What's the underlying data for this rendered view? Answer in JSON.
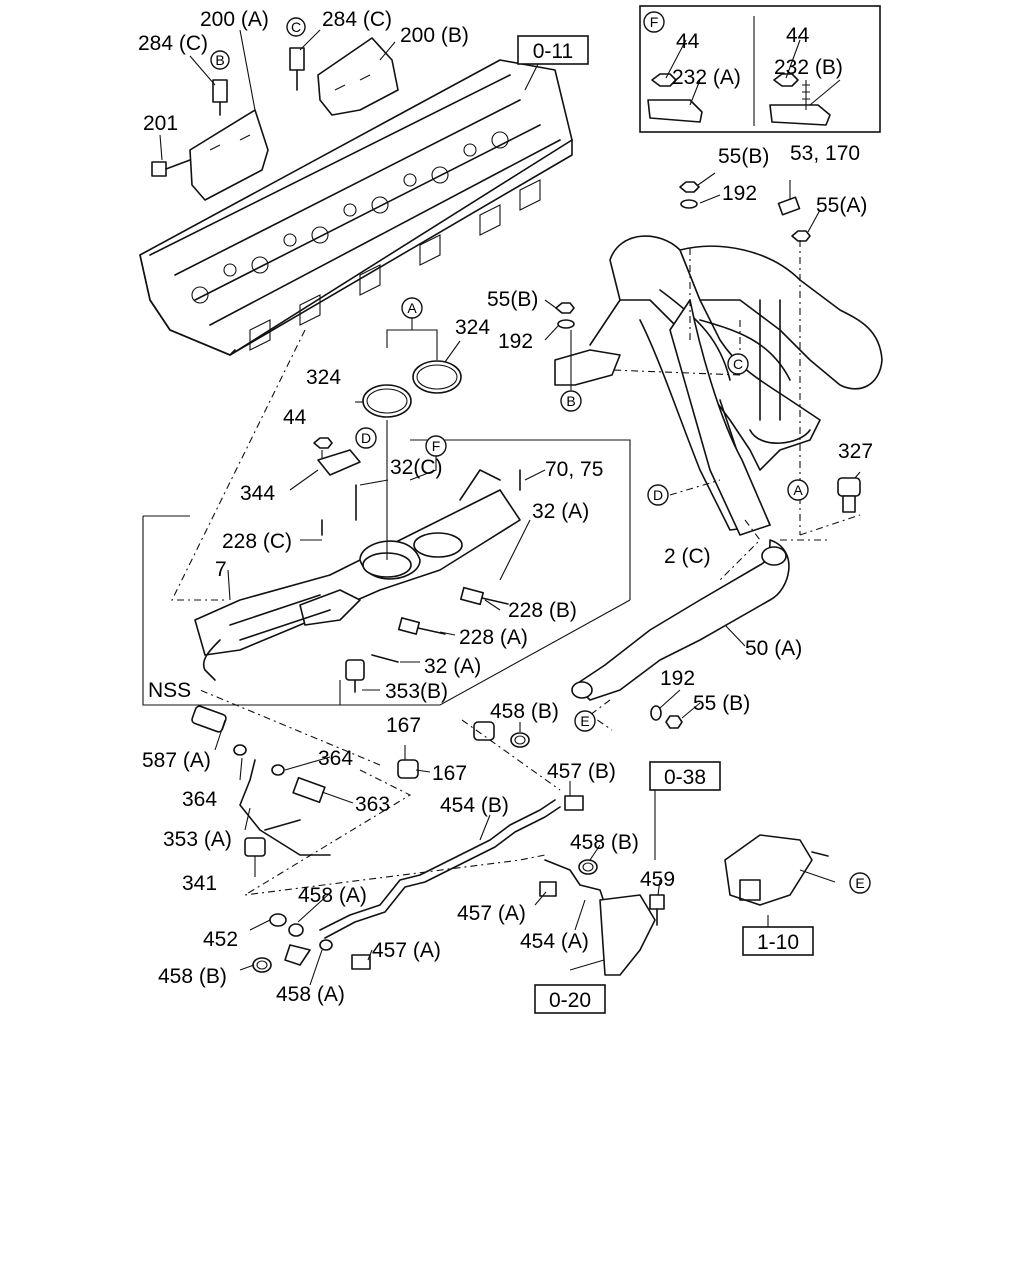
{
  "labels": {
    "l200a": "200 (A)",
    "l284c_1": "284 (C)",
    "l284c_2": "284 (C)",
    "l200b": "200 (B)",
    "l201": "201",
    "l55b_1": "55(B)",
    "l53_170": "53, 170",
    "l192_1": "192",
    "l55a": "55(A)",
    "l55b_2": "55(B)",
    "l192_2": "192",
    "l324_1": "324",
    "l324_2": "324",
    "l44_1": "44",
    "l344": "344",
    "l32c": "32(C)",
    "l70_75": "70, 75",
    "l32a_1": "32 (A)",
    "l228c": "228 (C)",
    "l7": "7",
    "l228b": "228 (B)",
    "l2c": "2 (C)",
    "l228a": "228 (A)",
    "l32a_2": "32 (A)",
    "lnss": "NSS",
    "l353b": "353(B)",
    "l327": "327",
    "l50a": "50 (A)",
    "l192_3": "192",
    "l55b_3": "55 (B)",
    "l587a": "587 (A)",
    "l167_1": "167",
    "l167_2": "167",
    "l458b_1": "458 (B)",
    "l364_1": "364",
    "l364_2": "364",
    "l363": "363",
    "l457b": "457 (B)",
    "l353a": "353 (A)",
    "l454b": "454 (B)",
    "l458b_2": "458 (B)",
    "l341": "341",
    "l458a_1": "458 (A)",
    "l459": "459",
    "l457a_1": "457 (A)",
    "l452": "452",
    "l454a": "454 (A)",
    "l457a_2": "457 (A)",
    "l458b_3": "458 (B)",
    "l458a_2": "458 (A)",
    "l44_2": "44",
    "l232a": "232 (A)",
    "l44_3": "44",
    "l232b": "232 (B)"
  },
  "callouts": {
    "cB_top": "B",
    "cC_top": "C",
    "cF_box": "F",
    "cA_1": "A",
    "cD_1": "D",
    "cF_1": "F",
    "cB_2": "B",
    "cC_2": "C",
    "cD_2": "D",
    "cA_2": "A",
    "cE_1": "E",
    "cE_2": "E"
  },
  "refs": {
    "r011": "0-11",
    "r038": "0-38",
    "r020": "0-20",
    "r110": "1-10"
  }
}
